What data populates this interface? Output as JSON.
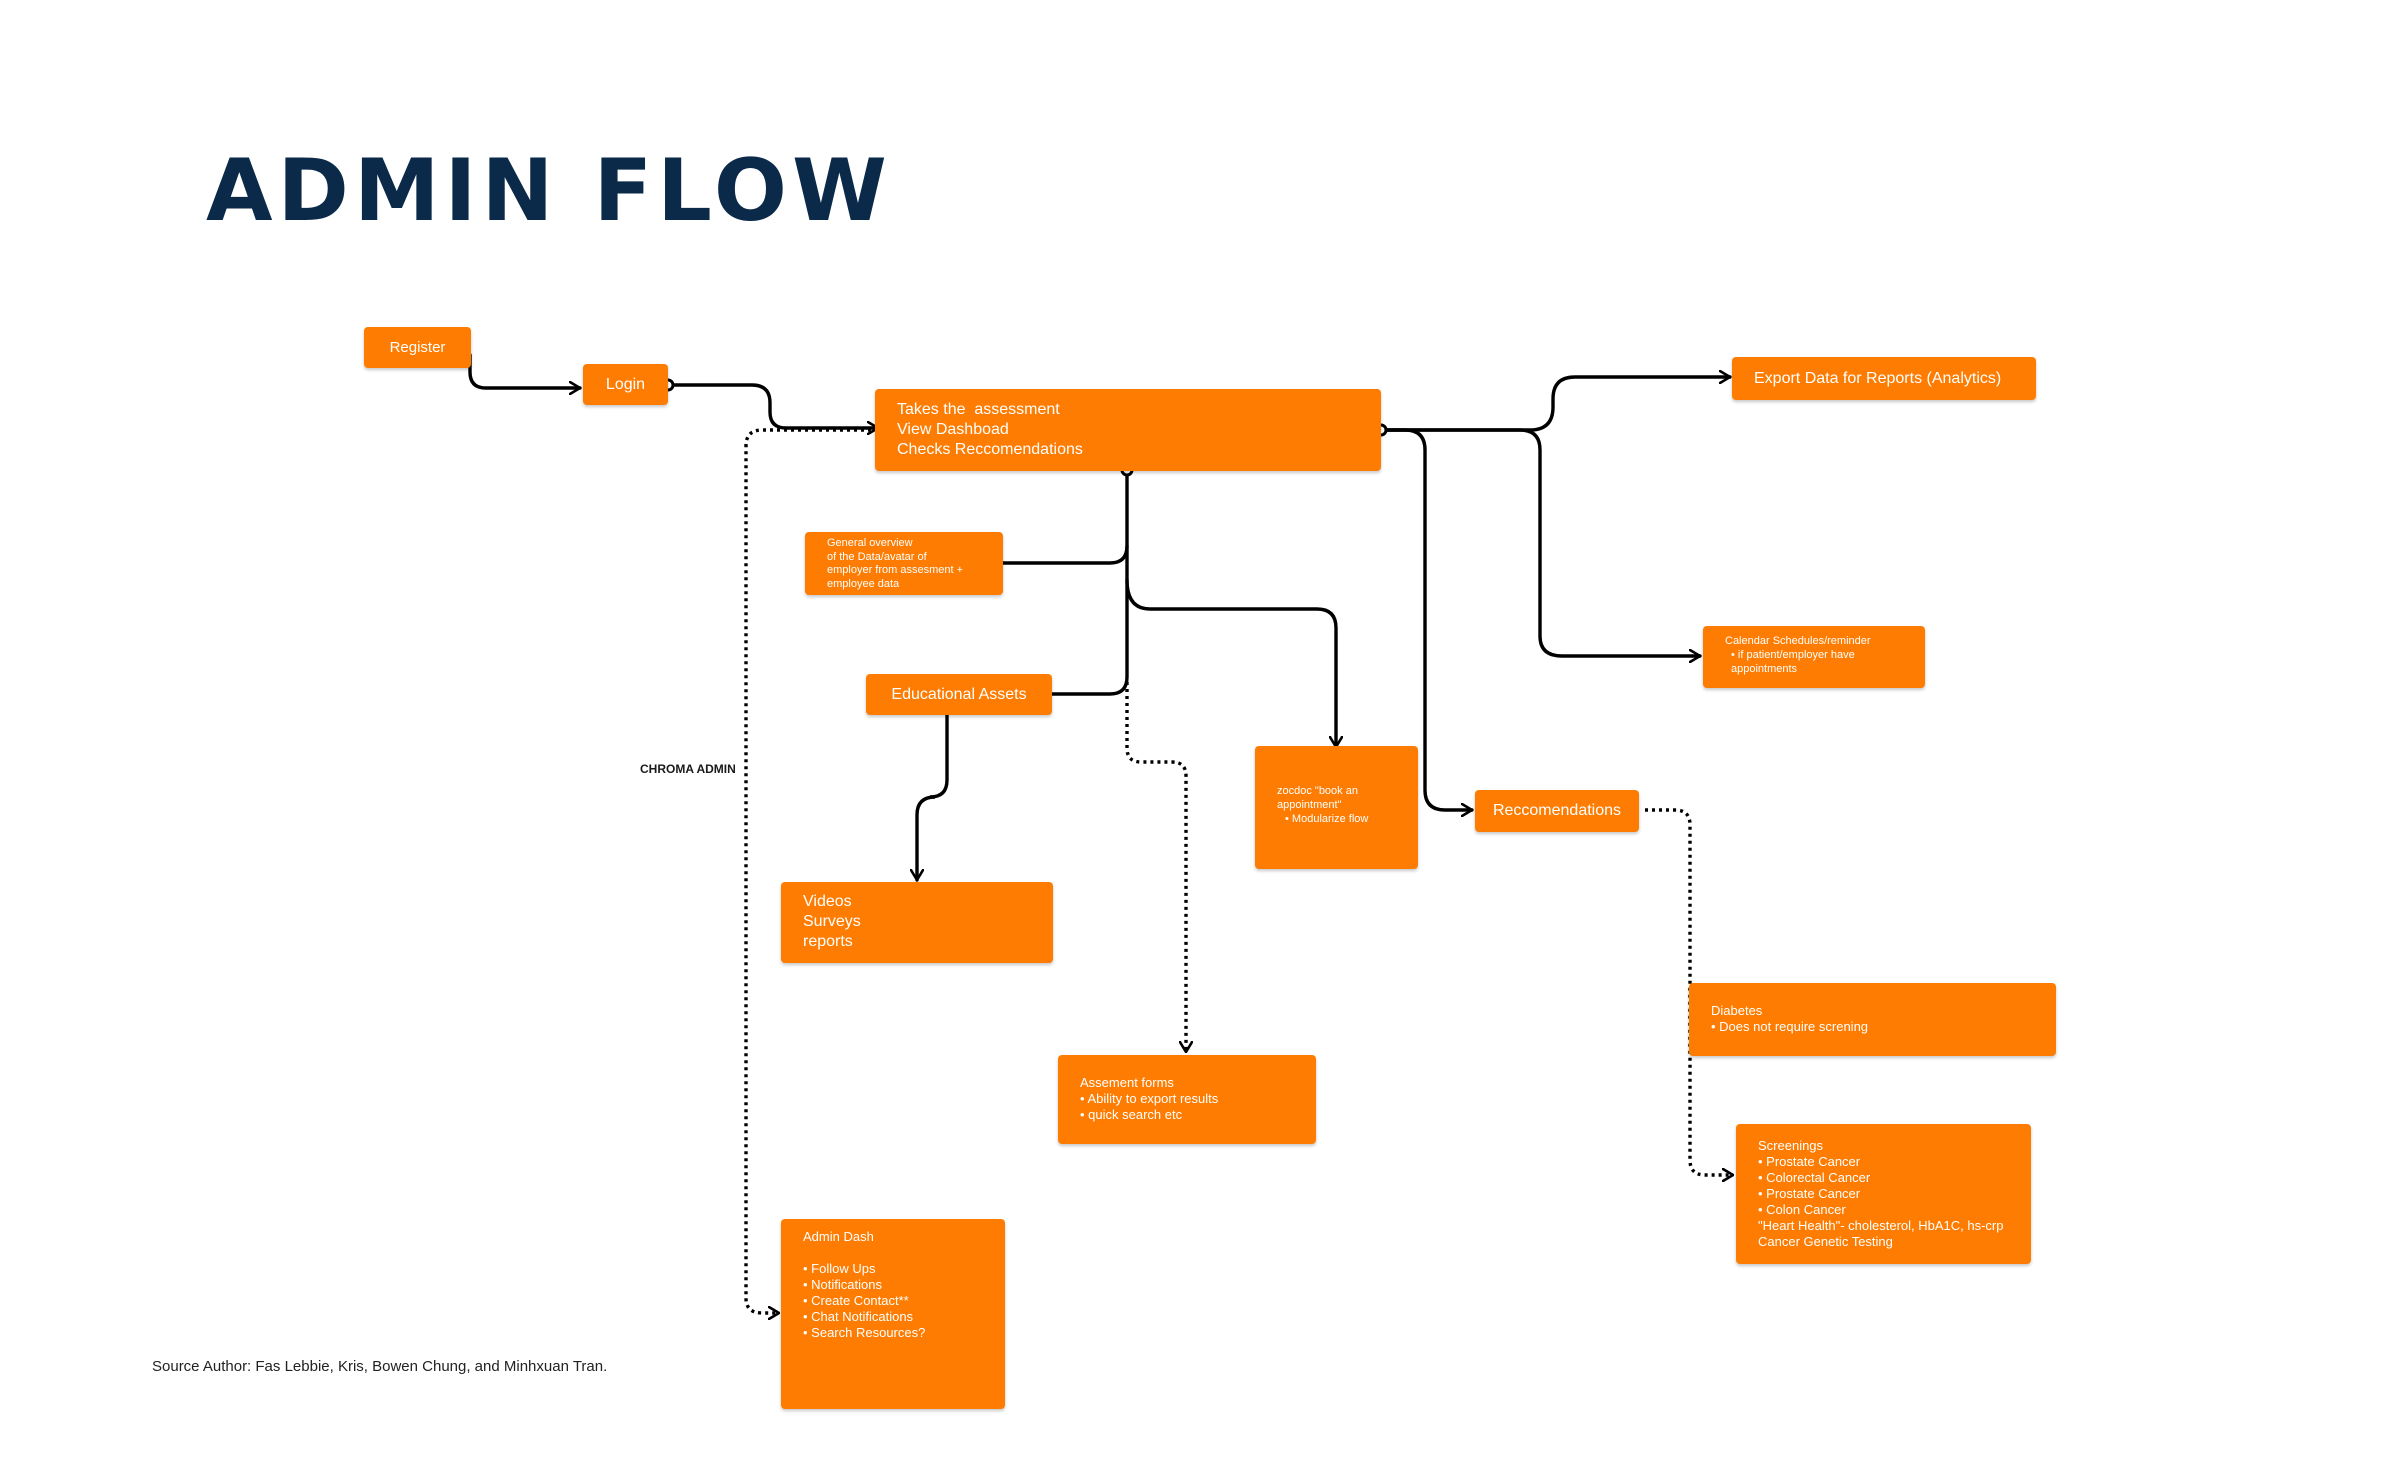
{
  "title": "ADMIN FLOW",
  "colors": {
    "node_fill": "#fe7c01",
    "node_text": "#ffffff",
    "title": "#0b2a4a",
    "connector": "#000000"
  },
  "nodes": {
    "register": "Register",
    "login": "Login",
    "main": [
      "Takes the  assessment",
      "View Dashboad",
      "Checks Reccomendations"
    ],
    "overview": [
      "General overview",
      "of the Data/avatar of",
      "employer from assesment +",
      "employee data"
    ],
    "educational": "Educational Assets",
    "media": [
      "Videos",
      "Surveys",
      "reports"
    ],
    "zocdoc": {
      "text": "zocdoc \"book an appointment\"",
      "bullets": [
        "Modularize flow"
      ]
    },
    "assessment_forms": {
      "title": "Assement forms",
      "bullets": [
        "Ability to export results",
        "quick search etc"
      ]
    },
    "admin_dash": {
      "title": "Admin Dash",
      "bullets": [
        "Follow Ups",
        "Notifications",
        "Create Contact**",
        "Chat Notifications",
        "Search Resources?"
      ]
    },
    "export": "Export Data for Reports (Analytics)",
    "calendar": {
      "title": "Calendar Schedules/reminder",
      "bullets": [
        "if patient/employer have appointments"
      ]
    },
    "recommendations": "Reccomendations",
    "diabetes": {
      "title": "Diabetes",
      "bullets": [
        "Does not require screning"
      ]
    },
    "screenings": {
      "title": "Screenings",
      "bullets": [
        "Prostate Cancer",
        "Colorectal Cancer",
        "Prostate Cancer",
        "Colon Cancer"
      ],
      "extra": [
        "\"Heart Health\"- cholesterol, HbA1C, hs-crp",
        "Cancer Genetic Testing"
      ]
    }
  },
  "side_label": "CHROMA ADMIN",
  "footer": "Source Author: Fas Lebbie, Kris, Bowen Chung, and Minhxuan Tran."
}
